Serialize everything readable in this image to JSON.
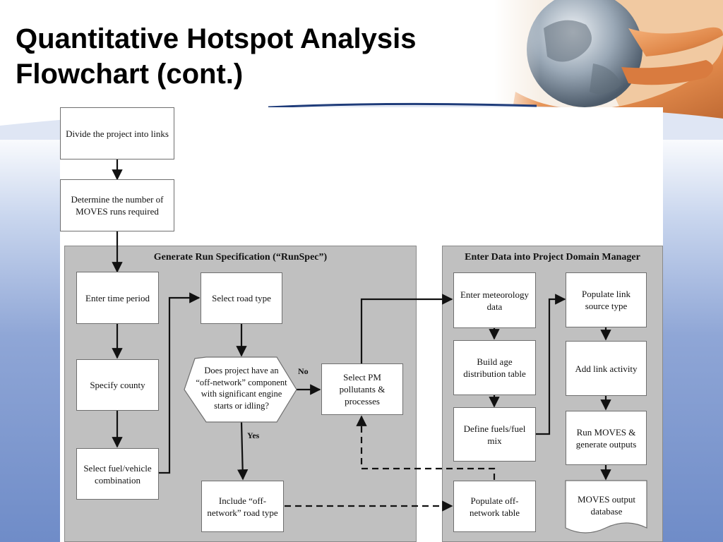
{
  "slide": {
    "title_line1": "Quantitative Hotspot Analysis",
    "title_line2": "Flowchart (cont.)"
  },
  "diagram": {
    "divide_links": "Divide the project into links",
    "determine_runs": "Determine the number of MOVES runs required",
    "runspec_panel": {
      "title": "Generate Run Specification (“RunSpec”)",
      "enter_time_period": "Enter time period",
      "specify_county": "Specify county",
      "select_fuel_vehicle": "Select fuel/vehicle combination",
      "select_road_type": "Select road type",
      "decision_question": "Does project have an “off-network” component with significant engine starts or idling?",
      "label_no": "No",
      "label_yes": "Yes",
      "select_pm": "Select PM pollutants & processes",
      "include_offnetwork": "Include “off-network” road type"
    },
    "pdm_panel": {
      "title": "Enter Data into Project Domain Manager",
      "enter_meteorology": "Enter meteorology data",
      "build_age": "Build age distribution table",
      "define_fuels": "Define fuels/fuel mix",
      "populate_offnetwork": "Populate off-network table",
      "populate_link_source": "Populate link source type",
      "add_link_activity": "Add link activity",
      "run_moves": "Run MOVES & generate outputs",
      "output_database": "MOVES output database"
    }
  }
}
